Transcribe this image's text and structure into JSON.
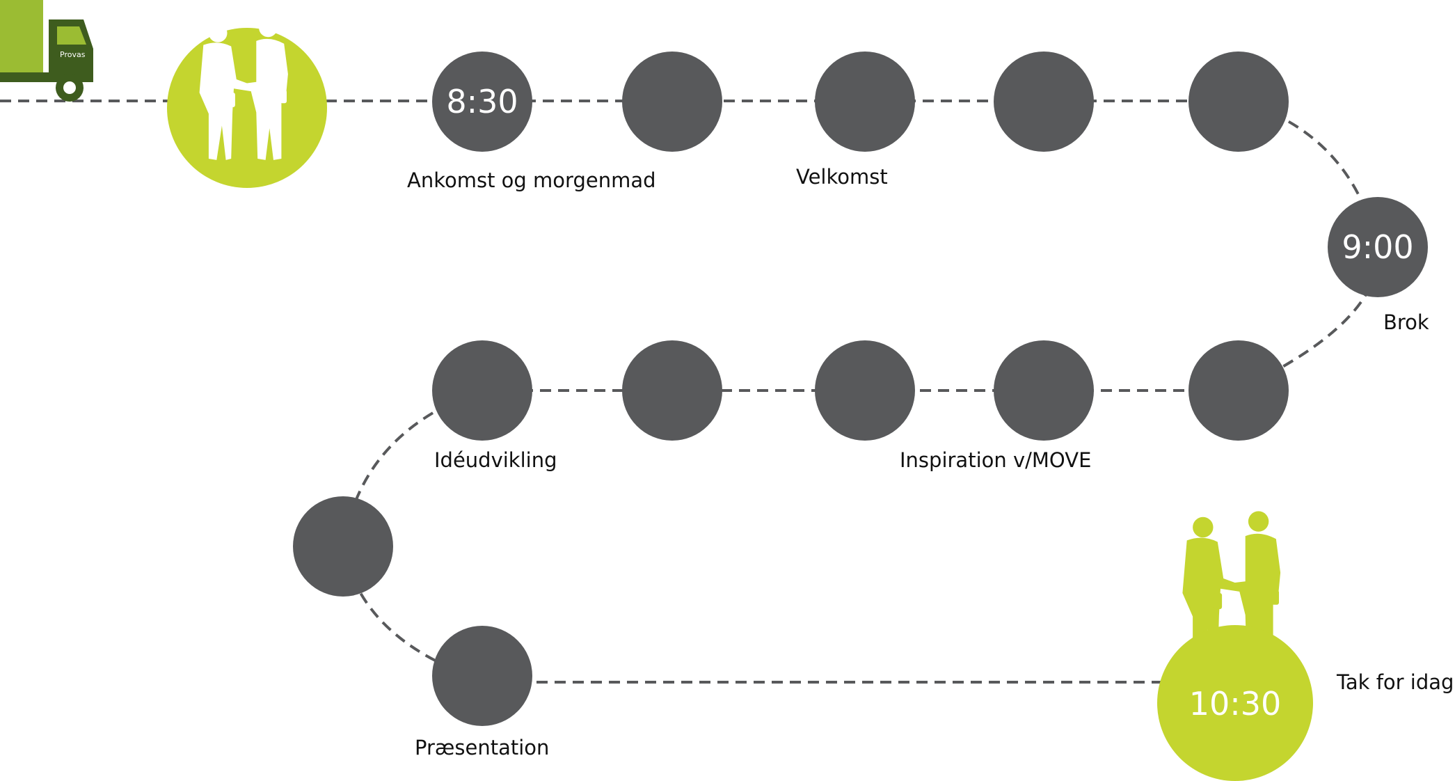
{
  "colors": {
    "node": "#58595b",
    "accent": "#c4d52f",
    "truck_dark": "#3e5c1e",
    "truck_light": "#9bbc33",
    "path": "#58595b"
  },
  "truck": {
    "brand": "Provas",
    "icon": "truck-icon"
  },
  "start_icon": "handshake-people-icon",
  "end_icon": "handshake-people-icon",
  "times": {
    "t1": "8:30",
    "t2": "9:00",
    "t3": "10:30"
  },
  "labels": {
    "ankomst": "Ankomst og morgenmad",
    "velkomst": "Velkomst",
    "brok": "Brok",
    "ideudvikling": "Idéudvikling",
    "inspiration": "Inspiration v/MOVE",
    "praesentation": "Præsentation",
    "tak": "Tak for idag"
  }
}
